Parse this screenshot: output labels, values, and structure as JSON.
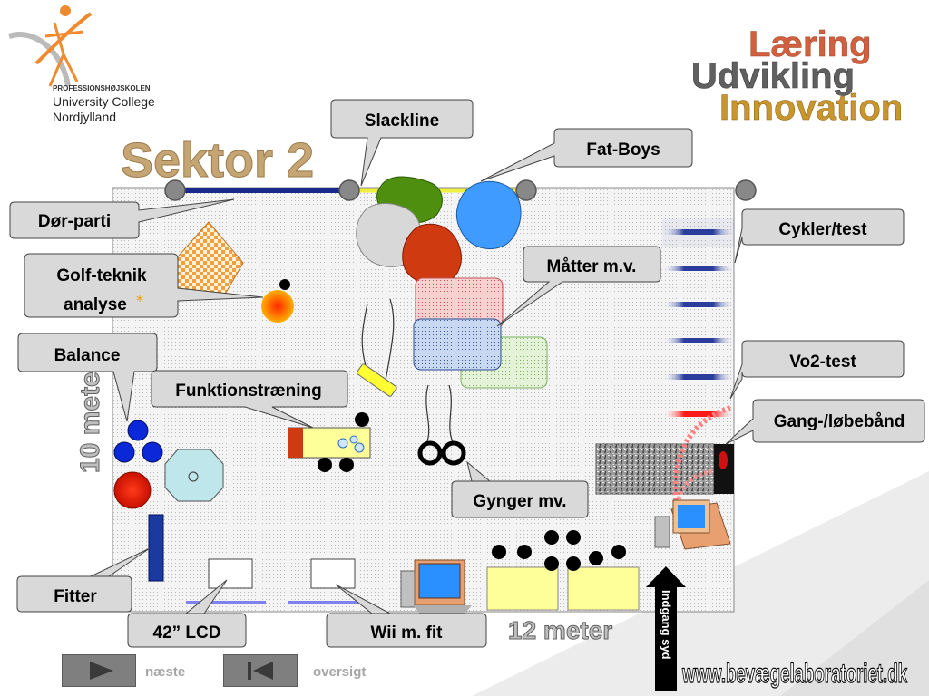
{
  "logo": {
    "line1": "PROFESSIONSHØJSKOLEN",
    "line2": "University College",
    "line3": "Nordjylland"
  },
  "tagline": {
    "word1": "Læring",
    "word2": "Udvikling",
    "word3": "Innovation"
  },
  "title": "Sektor 2",
  "dimensions": {
    "height": "10 meter",
    "width": "12 meter"
  },
  "entrance": "Indgang syd",
  "website": "www.bevægelaboratoriet.dk",
  "labels": {
    "slackline": "Slackline",
    "fatboys": "Fat-Boys",
    "door": "Dør-parti",
    "cycles": "Cykler/test",
    "golf_line1": "Golf-teknik",
    "golf_line2": "analyse",
    "mats": "Måtter m.v.",
    "balance": "Balance",
    "vo2": "Vo2-test",
    "function": "Funktionstræning",
    "treadmill": "Gang-/løbebånd",
    "swings": "Gynger mv.",
    "fitter": "Fitter",
    "lcd": "42” LCD",
    "wii": "Wii m. fit"
  },
  "nav": {
    "next": "næste",
    "overview": "oversigt"
  },
  "colors": {
    "callout_fill": "#d9d9d9",
    "title_brown": "#c6a574",
    "laering": "#d06040",
    "udvikling": "#505050",
    "innovation": "#c8962d",
    "wall_blue": "#1a2a8c",
    "bike_blue": "#2a3d9c"
  }
}
